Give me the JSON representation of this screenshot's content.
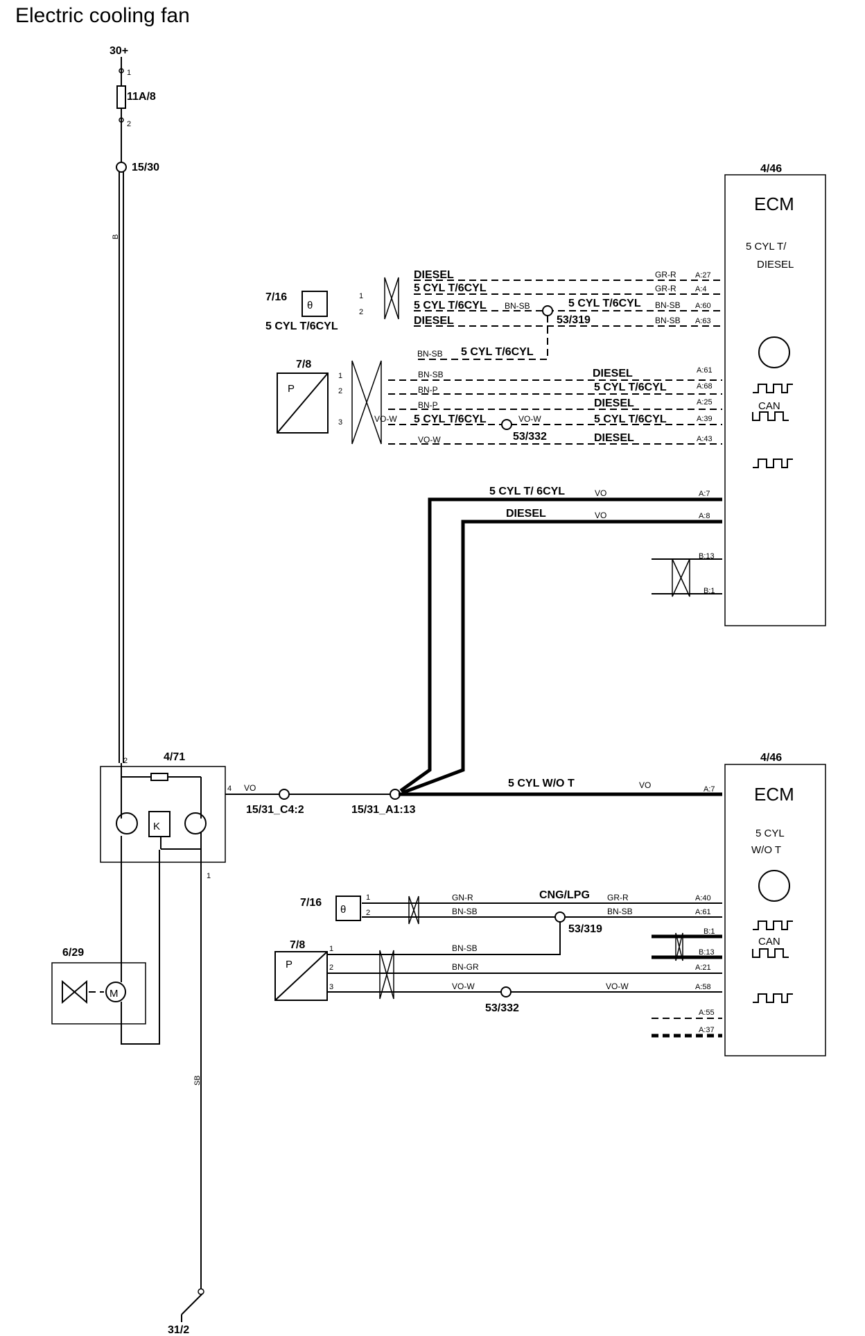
{
  "title": "Electric cooling fan",
  "components": {
    "supply": "30+",
    "fuse": "11A/8",
    "fuse_pin_1": "1",
    "fuse_pin_2": "2",
    "junction_1530": "15/30",
    "wire_b": "B",
    "wire_sb": "SB",
    "relay_box": "4/71",
    "relay_pin_4": "4",
    "relay_pin_1": "1",
    "relay_pin_2": "2",
    "fan_motor": "6/29",
    "ground": "31/2",
    "motor_symbol": "M",
    "splice_c4": "15/31_C4:2",
    "splice_a1": "15/31_A1:13",
    "wire_vo": "VO"
  },
  "ecm_top": {
    "id": "4/46",
    "name": "ECM",
    "variant_line1": "5 CYL T/",
    "variant_line2": "DIESEL",
    "can": "CAN",
    "pins": [
      "A:27",
      "A:4",
      "A:60",
      "A:63",
      "A:61",
      "A:68",
      "A:25",
      "A:39",
      "A:43",
      "A:7",
      "A:8",
      "B:13",
      "B:1"
    ],
    "wire_colors": [
      "GR-R",
      "GR-R",
      "BN-SB",
      "BN-SB"
    ]
  },
  "ecm_bottom": {
    "id": "4/46",
    "name": "ECM",
    "variant_line1": "5 CYL",
    "variant_line2": "W/O T",
    "can": "CAN",
    "pins": [
      "A:7",
      "A:40",
      "A:61",
      "B:1",
      "B:13",
      "A:21",
      "A:58",
      "A:55",
      "A:37"
    ]
  },
  "top_sensors": {
    "temp_sensor": "7/16",
    "temp_variant": "5 CYL T/6CYL",
    "temp_pin_1": "1",
    "temp_pin_2": "2",
    "temp_symbol": "θ",
    "lines": [
      "DIESEL",
      "5 CYL T/6CYL",
      "5 CYL T/6CYL",
      "DIESEL"
    ],
    "line3_color": "BN-SB",
    "line3_right": "5 CYL T/6CYL",
    "splice": "53/319",
    "link_color": "BN-SB",
    "link_label": "5 CYL T/6CYL",
    "pressure_sensor": "7/8",
    "pressure_symbol": "P",
    "p_pin_1": "1",
    "p_pin_2": "2",
    "p_pin_3": "3",
    "p_rows": [
      {
        "color": "BN-SB",
        "variant": "DIESEL"
      },
      {
        "color": "BN-P",
        "variant": "5 CYL T/6CYL"
      },
      {
        "color": "BN-P",
        "variant": "DIESEL"
      },
      {
        "color": "VO-W",
        "variant_left": "5 CYL T/6CYL",
        "color2": "VO-W",
        "variant": "5 CYL T/6CYL"
      },
      {
        "color": "VO-W",
        "variant": "DIESEL"
      }
    ],
    "splice2": "53/332",
    "vo_line1": "5 CYL T/ 6CYL",
    "vo_line2": "DIESEL"
  },
  "bottom_sensors": {
    "main_variant": "5 CYL W/O T",
    "temp_sensor": "7/16",
    "temp_symbol": "θ",
    "pin_1": "1",
    "pin_2": "2",
    "pin_3": "3",
    "color_gnr": "GN-R",
    "cng": "CNG/LPG",
    "color_grr": "GR-R",
    "color_bnsb": "BN-SB",
    "splice": "53/319",
    "pressure_sensor": "7/8",
    "pressure_symbol": "P",
    "color_bngr": "BN-GR",
    "color_vow": "VO-W",
    "splice2": "53/332"
  }
}
